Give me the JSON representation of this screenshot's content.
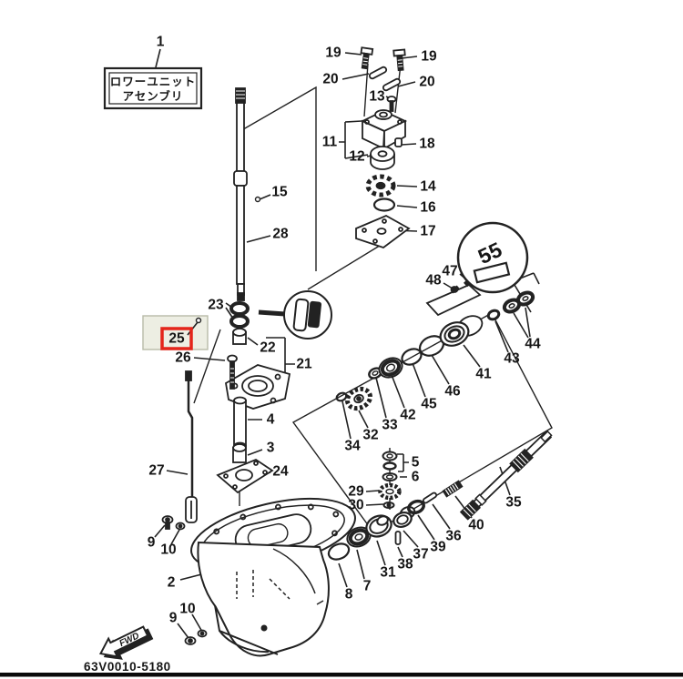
{
  "figure": {
    "label_box": {
      "line1": "ロワーユニット",
      "line2": "アセンブリ"
    },
    "code": "63V0010-5180",
    "fwd_label": "FWD",
    "balloon_label": "55",
    "selected_part": "25",
    "colors": {
      "line": "#222222",
      "background": "#ffffff",
      "highlight_fill": "#edeee3",
      "highlight_border": "#b8bba9",
      "selection_box": "#e4251b",
      "bottom_bar": "#0a0a0a"
    }
  },
  "callouts": [
    "1",
    "19",
    "19",
    "20",
    "20",
    "13",
    "11",
    "12",
    "18",
    "14",
    "16",
    "17",
    "15",
    "28",
    "23",
    "25",
    "26",
    "22",
    "21",
    "4",
    "3",
    "24",
    "27",
    "9",
    "10",
    "2",
    "10",
    "9",
    "34",
    "32",
    "33",
    "42",
    "45",
    "46",
    "41",
    "43",
    "44",
    "47",
    "48",
    "5",
    "6",
    "29",
    "30",
    "8",
    "7",
    "31",
    "38",
    "37",
    "39",
    "36",
    "40",
    "35",
    "55"
  ]
}
